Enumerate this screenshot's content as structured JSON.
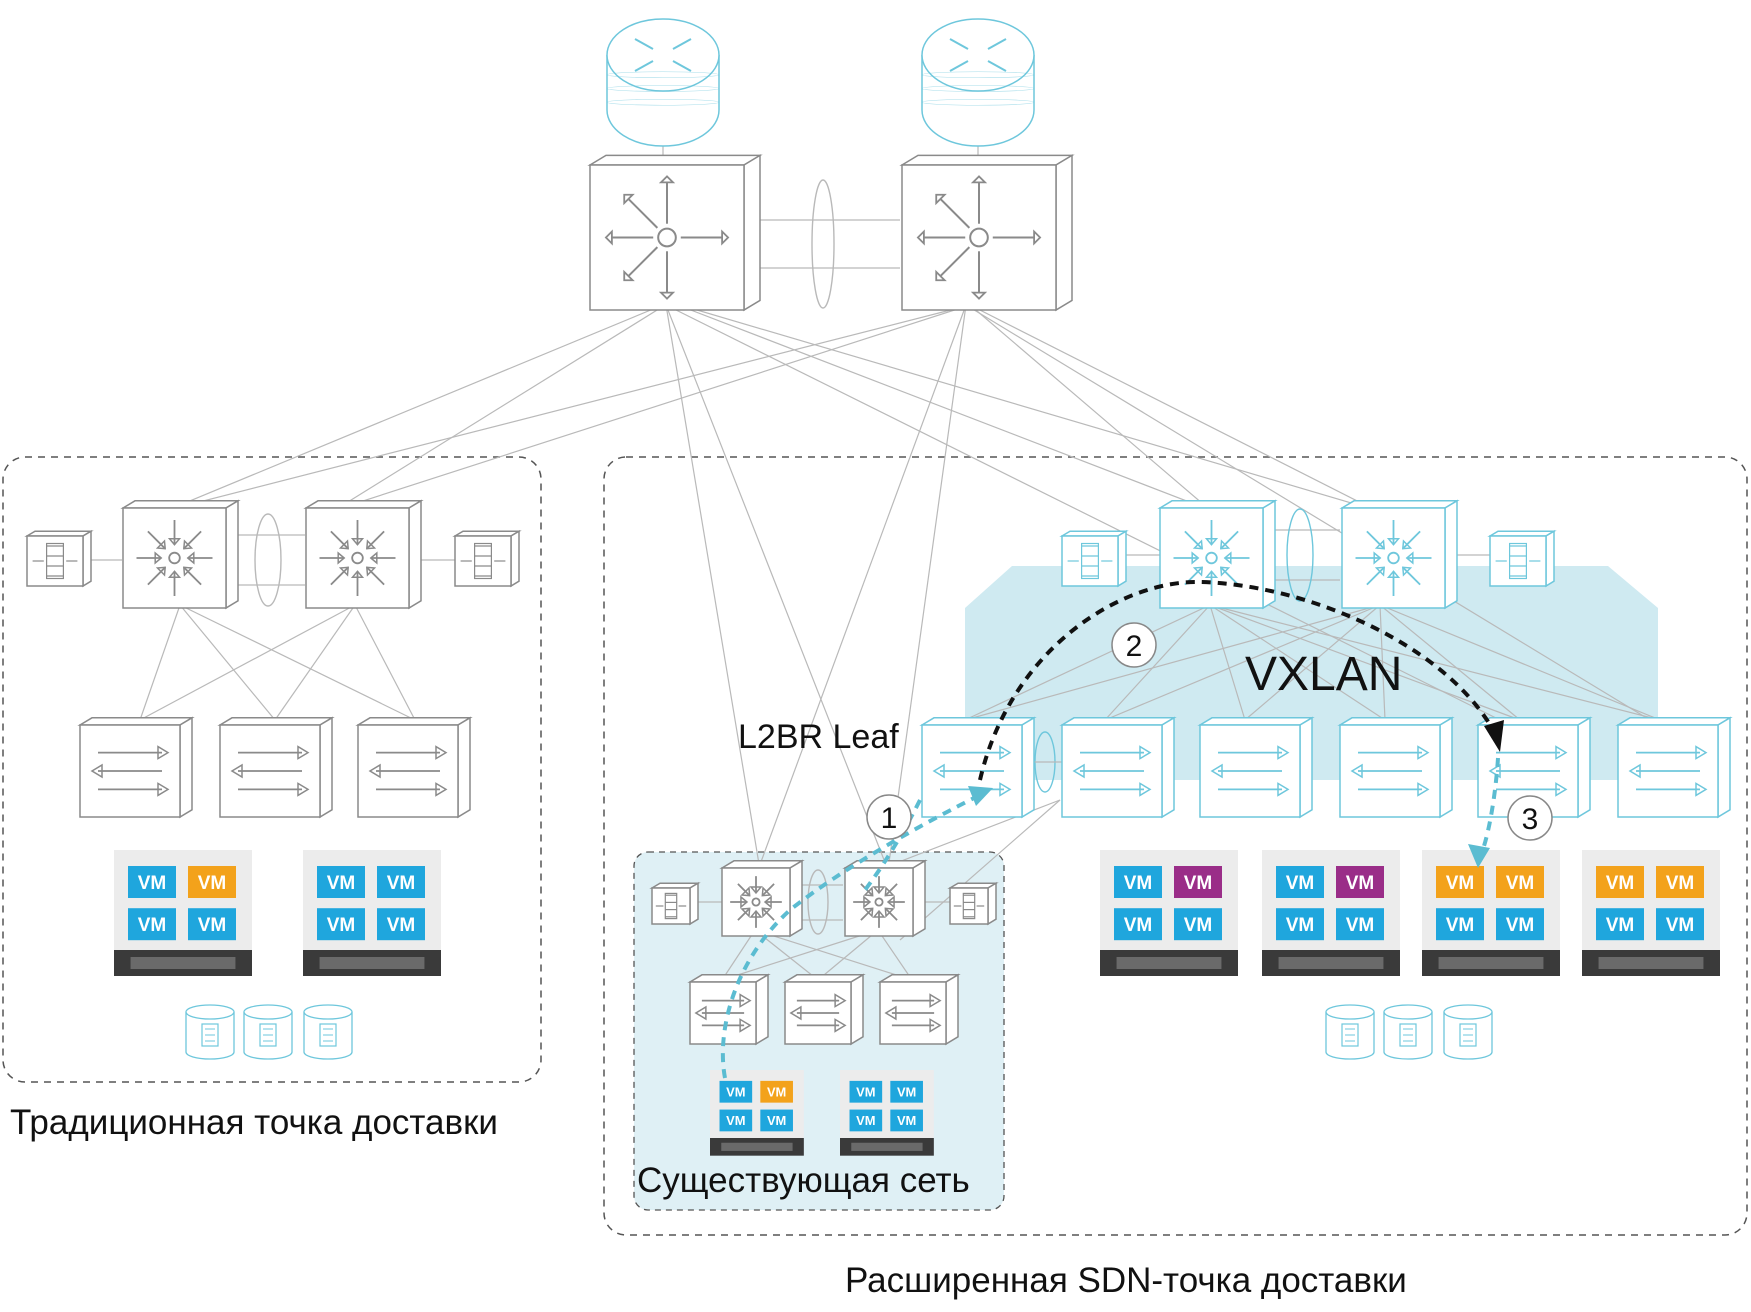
{
  "labels": {
    "traditional_pod": "Традиционная точка доставки",
    "existing_network": "Существующая сеть",
    "extended_sdn_pod": "Расширенная SDN-точка доставки",
    "vxlan": "VXLAN",
    "l2br_leaf": "L2BR Leaf"
  },
  "steps": [
    "1",
    "2",
    "3"
  ],
  "vm_label": "VM",
  "colors": {
    "line_gray": "#b9b9b9",
    "device_gray": "#8a8a8a",
    "device_cyan": "#6ec7dc",
    "vxlan_band": "#cfeaf1",
    "existing_bg": "#dff0f5",
    "path_cyan": "#5bbcd1",
    "path_black": "#111111",
    "vm_blue": "#1fa6dd",
    "vm_orange": "#f3a21b",
    "vm_purple": "#9a2d88",
    "server_dark": "#3a3a3a"
  },
  "icons": [
    "router-icon",
    "core-switch-icon",
    "aggregation-switch-icon",
    "access-switch-icon",
    "firewall-icon",
    "storage-icon",
    "server-icon",
    "vm-icon"
  ],
  "vm_groups": {
    "traditional": [
      [
        "blue",
        "orange",
        "blue",
        "blue"
      ],
      [
        "blue",
        "blue",
        "blue",
        "blue"
      ]
    ],
    "existing": [
      [
        "blue",
        "orange",
        "blue",
        "blue"
      ],
      [
        "blue",
        "blue",
        "blue",
        "blue"
      ]
    ],
    "sdn": [
      [
        "blue",
        "purple",
        "blue",
        "blue"
      ],
      [
        "blue",
        "purple",
        "blue",
        "blue"
      ],
      [
        "orange",
        "orange",
        "blue",
        "blue"
      ],
      [
        "orange",
        "orange",
        "blue",
        "blue"
      ]
    ]
  }
}
